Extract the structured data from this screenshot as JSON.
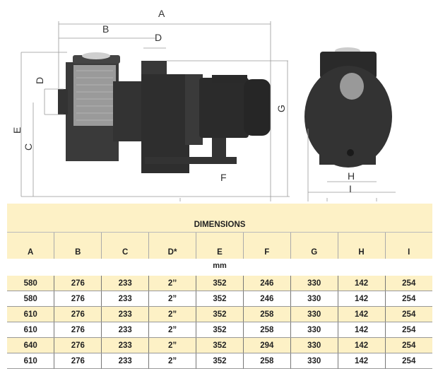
{
  "diagram": {
    "labels": {
      "A": "A",
      "B": "B",
      "D_top": "D",
      "D_side": "D",
      "E": "E",
      "C": "C",
      "G": "G",
      "F": "F",
      "H": "H",
      "I": "I"
    }
  },
  "table": {
    "title": "DIMENSIONS",
    "headers": [
      "A",
      "B",
      "C",
      "D*",
      "E",
      "F",
      "G",
      "H",
      "I"
    ],
    "unit": "mm",
    "rows": [
      [
        "580",
        "276",
        "233",
        "2’’",
        "352",
        "246",
        "330",
        "142",
        "254"
      ],
      [
        "580",
        "276",
        "233",
        "2”",
        "352",
        "246",
        "330",
        "142",
        "254"
      ],
      [
        "610",
        "276",
        "233",
        "2”",
        "352",
        "258",
        "330",
        "142",
        "254"
      ],
      [
        "610",
        "276",
        "233",
        "2”",
        "352",
        "258",
        "330",
        "142",
        "254"
      ],
      [
        "640",
        "276",
        "233",
        "2”",
        "352",
        "294",
        "330",
        "142",
        "254"
      ],
      [
        "610",
        "276",
        "233",
        "2”",
        "352",
        "258",
        "330",
        "142",
        "254"
      ]
    ],
    "colors": {
      "header_bg": "#fdf1c6"
    }
  }
}
